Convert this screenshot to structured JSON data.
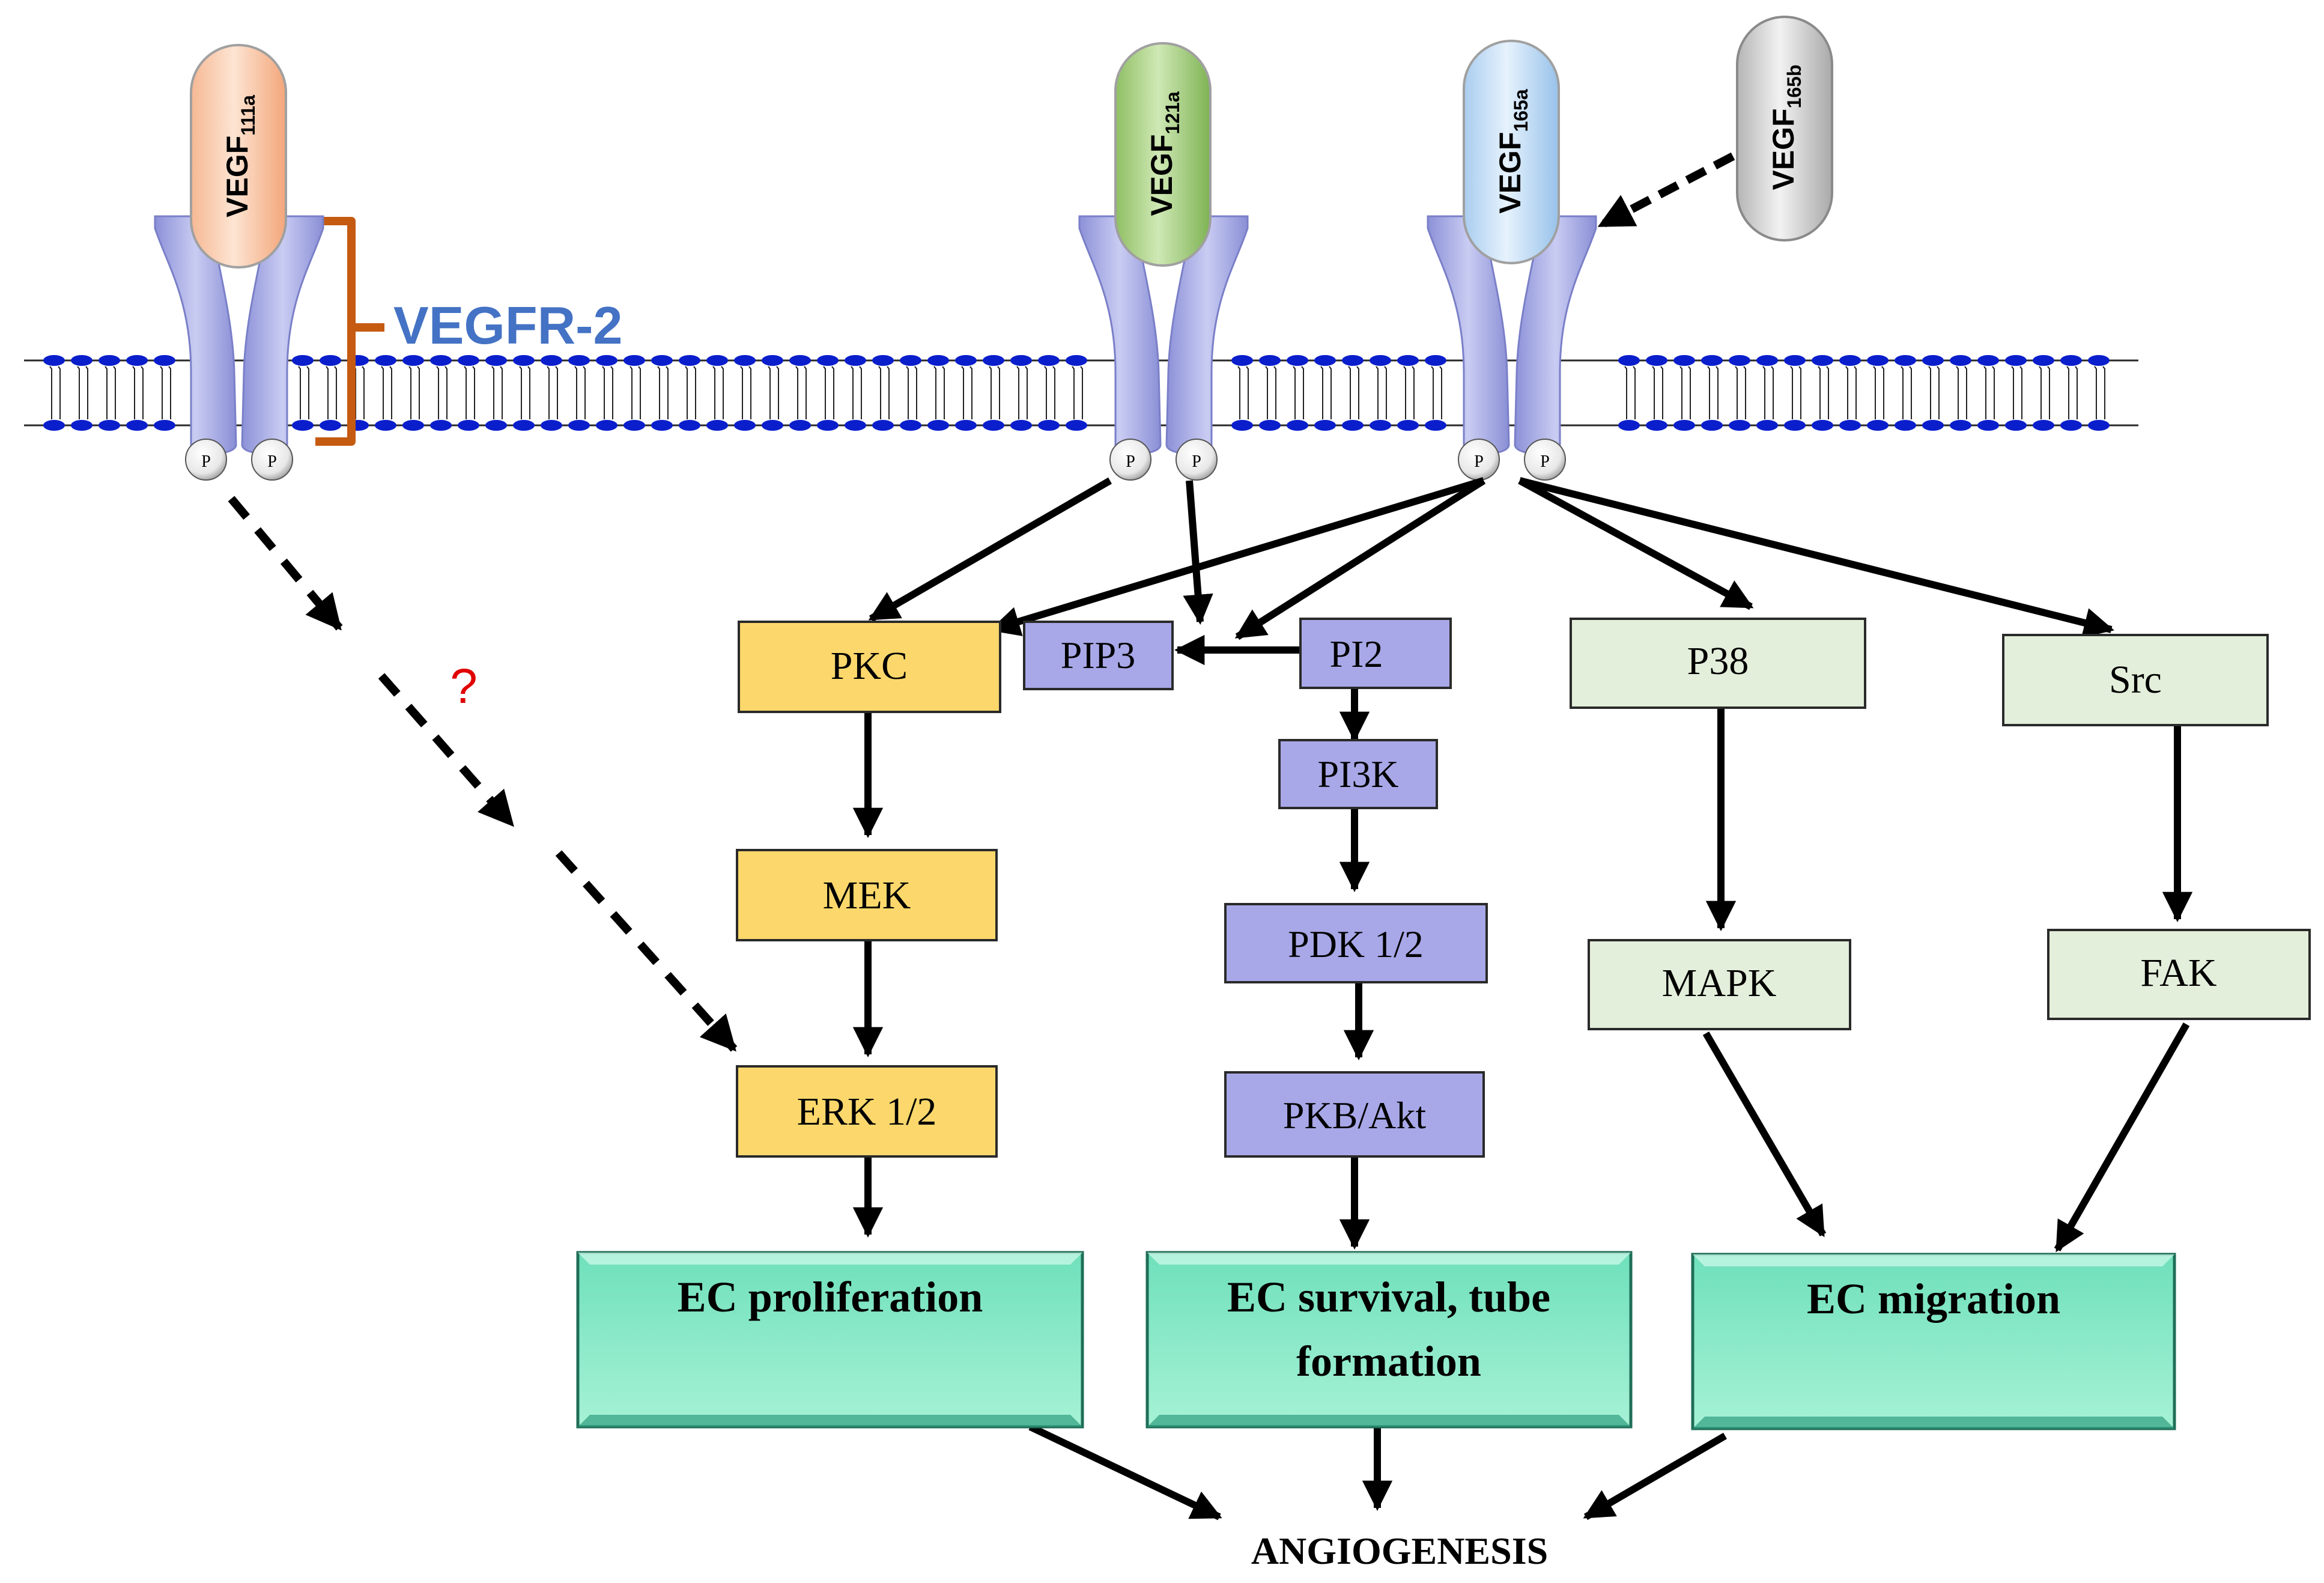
{
  "receptor_label": "VEGFR-2",
  "ligands": [
    {
      "base": "VEGF",
      "sub": "111a"
    },
    {
      "base": "VEGF",
      "sub": "121a"
    },
    {
      "base": "VEGF",
      "sub": "165a"
    },
    {
      "base": "VEGF",
      "sub": "165b"
    }
  ],
  "phospho_label": "P",
  "unknown_mark": "?",
  "nodes": {
    "pkc": "PKC",
    "mek": "MEK",
    "erk": "ERK 1/2",
    "pip3": "PIP3",
    "pi2": "PI2",
    "pi3k": "PI3K",
    "pdk": "PDK 1/2",
    "pkb": "PKB/Akt",
    "p38": "P38",
    "mapk": "MAPK",
    "src": "Src",
    "fak": "FAK"
  },
  "outcomes": {
    "proliferation": "EC proliferation",
    "survival_line1": "EC survival, tube",
    "survival_line2": "formation",
    "migration": "EC migration"
  },
  "final_outcome": "ANGIOGENESIS",
  "colors": {
    "erk_pathway": "#fcd86c",
    "akt_pathway": "#a8a8e8",
    "mapk_pathway": "#e4efdb",
    "outcome": "#7ee8c4",
    "vegfr2_label": "#4472c4",
    "bracket": "#c55a11",
    "question": "#e00000",
    "lipid_head": "#0a1ecc"
  }
}
